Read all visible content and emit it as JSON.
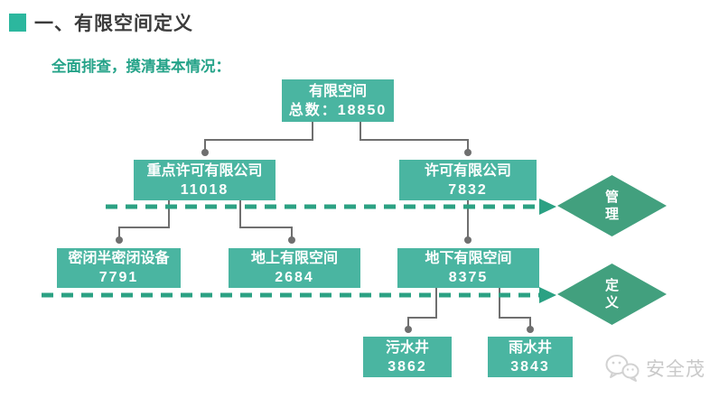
{
  "page": {
    "title": "一、有限空间定义",
    "subtitle": "全面排查，摸清基本情况："
  },
  "colors": {
    "box_teal": "#4ab5a1",
    "diamond_green": "#42a07e",
    "dash_green": "#2ba183",
    "connector_gray": "#6f6f6f",
    "accent_square": "#2cb79e",
    "subtitle_green": "#25a389",
    "watermark_gray": "#c9c9c9"
  },
  "tree": {
    "root": {
      "label": "有限空间",
      "total_label": "总数：18850",
      "total": 18850
    },
    "level2": [
      {
        "label": "重点许可有限公司",
        "value": "11018"
      },
      {
        "label": "许可有限公司",
        "value": "7832"
      }
    ],
    "level3": [
      {
        "label": "密闭半密闭设备",
        "value": "7791"
      },
      {
        "label": "地上有限空间",
        "value": "2684"
      },
      {
        "label": "地下有限空间",
        "value": "8375"
      }
    ],
    "level4": [
      {
        "label": "污水井",
        "value": "3862"
      },
      {
        "label": "雨水井",
        "value": "3843"
      }
    ]
  },
  "diamonds": [
    {
      "label": "管理"
    },
    {
      "label": "定义"
    }
  ],
  "watermark": {
    "label": "安全茂",
    "icon": "wechat-logo-icon"
  }
}
